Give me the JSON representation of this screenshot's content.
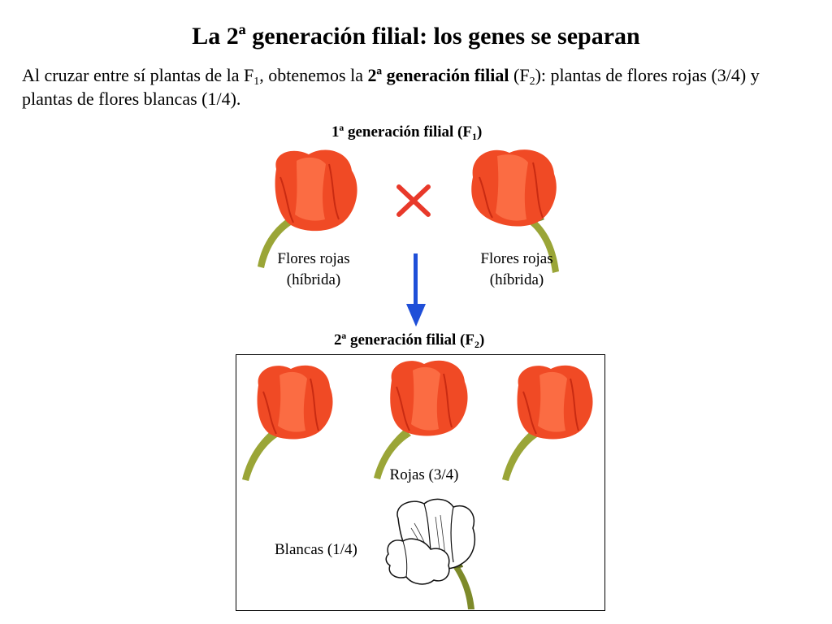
{
  "page": {
    "title": "La 2ª generación filial: los genes se separan",
    "intro": {
      "p1": "Al cruzar entre sí plantas de la F",
      "p1_sub": "1",
      "p2": ", obtenemos la ",
      "bold": "2ª generación filial",
      "p3": " (F",
      "p3_sub": "2",
      "p4": "): plantas de flores rojas (3/4) y plantas de flores blancas (1/4)."
    }
  },
  "diagram": {
    "f1_header": {
      "text": "1ª generación filial (F",
      "sub": "1",
      "close": ")"
    },
    "f2_header": {
      "text": "2ª generación filial (F",
      "sub": "2",
      "close": ")"
    },
    "left_parent": {
      "line1": "Flores rojas",
      "line2": "(híbrida)"
    },
    "right_parent": {
      "line1": "Flores rojas",
      "line2": "(híbrida)"
    },
    "red_offspring_label": "Rojas (3/4)",
    "white_offspring_label": "Blancas (1/4)",
    "cross_symbol": "cross-icon",
    "arrow_symbol": "arrow-down-icon"
  },
  "colors": {
    "petal_red": "#f04a25",
    "petal_light": "#ff8a5e",
    "petal_dark": "#c92b12",
    "stem": "#9aa537",
    "cross": "#e8392a",
    "arrow": "#1f4fd8"
  }
}
